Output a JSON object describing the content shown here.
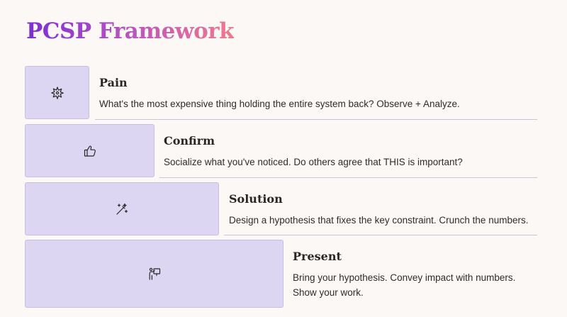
{
  "page": {
    "title": "PCSP Framework"
  },
  "steps": [
    {
      "heading": "Pain",
      "description": "What's the most expensive thing holding the entire system back? Observe + Analyze.",
      "icon": "burst-icon"
    },
    {
      "heading": "Confirm",
      "description": "Socialize what you've noticed. Do others agree that THIS is important?",
      "icon": "thumbs-up-icon"
    },
    {
      "heading": "Solution",
      "description": "Design a hypothesis that fixes the key constraint. Crunch the numbers.",
      "icon": "magic-wand-icon"
    },
    {
      "heading": "Present",
      "description": "Bring your hypothesis. Convey impact with numbers. Show your work.",
      "icon": "presentation-icon"
    }
  ],
  "colors": {
    "background": "#fcf8f5",
    "box_fill": "#ddd6f3",
    "box_border": "#c7bde6",
    "title_gradient_start": "#7a2fd6",
    "title_gradient_end": "#f07a8c",
    "heading_text": "#2a2624",
    "body_text": "#2f2b29"
  }
}
